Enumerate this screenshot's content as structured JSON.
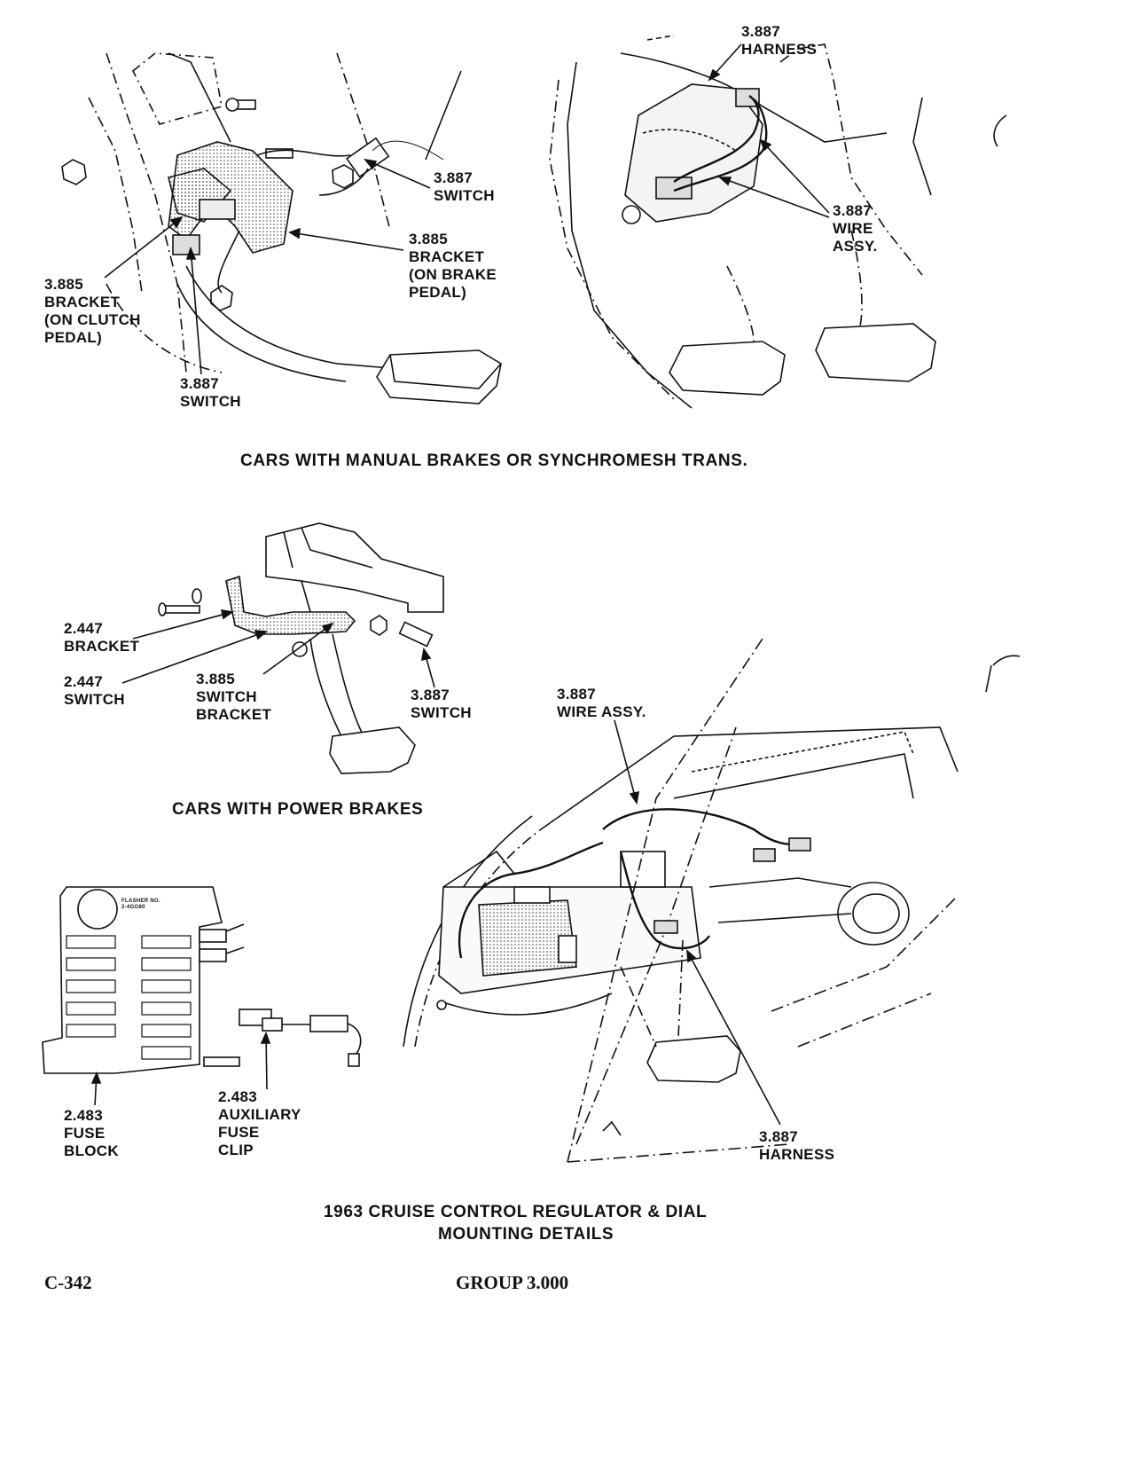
{
  "captions": {
    "manual": "CARS WITH MANUAL BRAKES OR SYNCHROMESH TRANS.",
    "power": "CARS WITH POWER BRAKES",
    "main_line1": "1963 CRUISE CONTROL REGULATOR & DIAL",
    "main_line2": "MOUNTING DETAILS"
  },
  "footer": {
    "page_code": "C-342",
    "group": "GROUP 3.000"
  },
  "fig_manual_left": {
    "switch_top": [
      "3.887",
      "SWITCH"
    ],
    "bracket_brake": [
      "3.885",
      "BRACKET",
      "(ON BRAKE",
      "PEDAL)"
    ],
    "bracket_clutch": [
      "3.885",
      "BRACKET",
      "(ON CLUTCH",
      "PEDAL)"
    ],
    "switch_bottom": [
      "3.887",
      "SWITCH"
    ]
  },
  "fig_manual_right": {
    "harness": [
      "3.887",
      "HARNESS"
    ],
    "wire_assy": [
      "3.887",
      "WIRE",
      "ASSY."
    ]
  },
  "fig_power": {
    "bracket": [
      "2.447",
      "BRACKET"
    ],
    "switch_left": [
      "2.447",
      "SWITCH"
    ],
    "switch_bracket": [
      "3.885",
      "SWITCH",
      "BRACKET"
    ],
    "switch_right": [
      "3.887",
      "SWITCH"
    ]
  },
  "fig_dash": {
    "wire_assy": [
      "3.887",
      "WIRE ASSY."
    ],
    "harness": [
      "3.887",
      "HARNESS"
    ]
  },
  "fig_fuse": {
    "fuse_block": [
      "2.483",
      "FUSE",
      "BLOCK"
    ],
    "aux_clip": [
      "2.483",
      "AUXILIARY",
      "FUSE",
      "CLIP"
    ],
    "panel_title": [
      "FLASHER NO.",
      "2-4GO80"
    ]
  }
}
